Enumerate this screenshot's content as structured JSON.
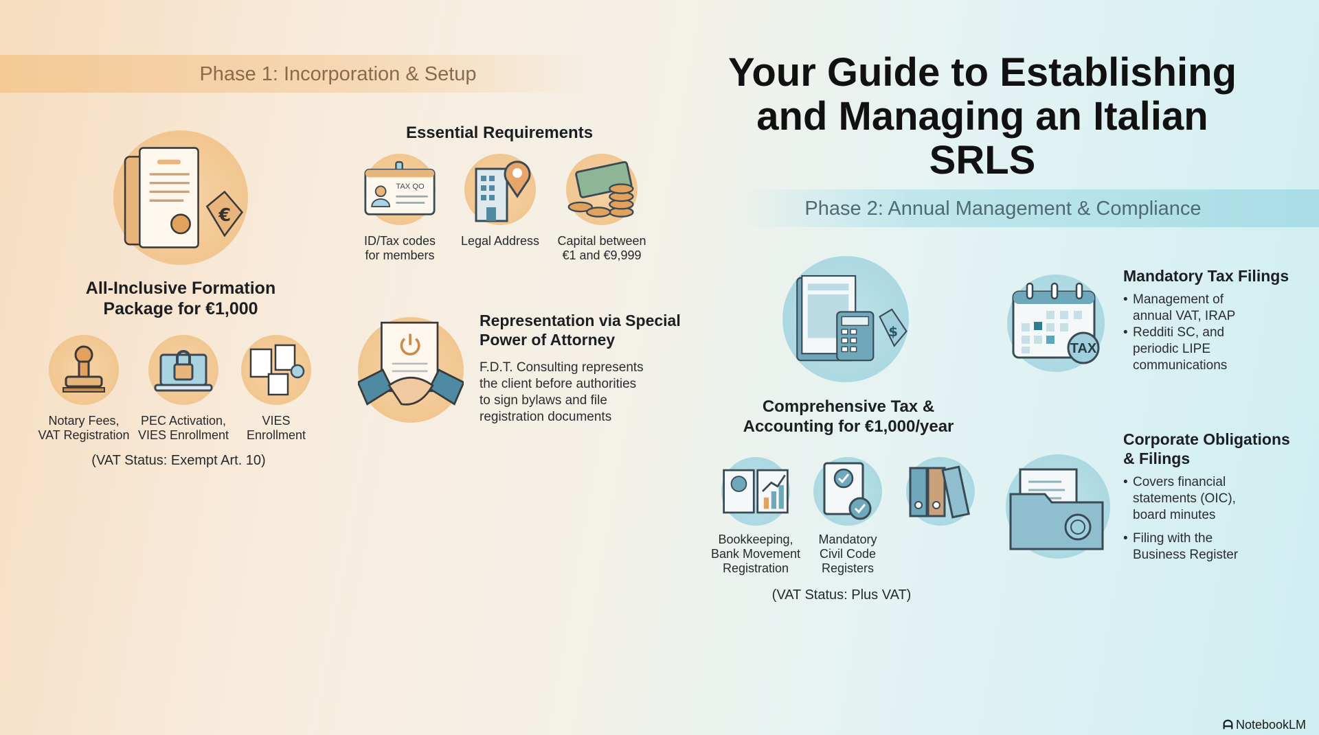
{
  "title": "Your Guide to Establishing and Managing an Italian SRLS",
  "title_lines": [
    "Your Guide to Establishing",
    "and Managing an Italian SRLS"
  ],
  "phase1": {
    "band_label": "Phase 1: Incorporation & Setup",
    "formation": {
      "heading_lines": [
        "All-Inclusive Formation",
        "Package for €1,000"
      ],
      "items": [
        {
          "label_lines": [
            "Notary Fees,",
            "VAT Registration"
          ]
        },
        {
          "label_lines": [
            "PEC Activation,",
            "VIES Enrollment"
          ]
        },
        {
          "label_lines": [
            "VIES",
            "Enrollment"
          ]
        }
      ],
      "vat_status": "(VAT Status: Exempt Art. 10)"
    },
    "requirements": {
      "heading": "Essential Requirements",
      "id_card_text": "TAX QO",
      "items": [
        {
          "label_lines": [
            "ID/Tax codes",
            "for members"
          ]
        },
        {
          "label_lines": [
            "Legal Address"
          ]
        },
        {
          "label_lines": [
            "Capital between",
            "€1 and €9,999"
          ]
        }
      ]
    },
    "representation": {
      "heading_lines": [
        "Representation via Special",
        "Power of Attorney"
      ],
      "body_lines": [
        "F.D.T. Consulting represents",
        "the client before authorities",
        "to sign bylaws and file",
        "registration documents"
      ]
    }
  },
  "phase2": {
    "band_label": "Phase 2: Annual Management & Compliance",
    "accounting": {
      "heading_lines": [
        "Comprehensive Tax &",
        "Accounting for €1,000/year"
      ],
      "items": [
        {
          "label_lines": [
            "Bookkeeping,",
            "Bank Movement",
            "Registration"
          ]
        },
        {
          "label_lines": [
            "Mandatory",
            "Civil Code",
            "Registers"
          ]
        }
      ],
      "vat_status": "(VAT Status: Plus VAT)"
    },
    "tax_filings": {
      "heading": "Mandatory Tax Filings",
      "badge": "TAX",
      "bullets": [
        [
          "Management of",
          "annual VAT, IRAP"
        ],
        [
          "Redditi SC, and",
          "periodic LIPE",
          "communications"
        ]
      ]
    },
    "corporate": {
      "heading_lines": [
        "Corporate Obligations",
        "& Filings"
      ],
      "bullets": [
        [
          "Covers financial",
          "statements (OIC),",
          "board minutes"
        ],
        [
          "Filing with the",
          "Business Register"
        ]
      ]
    }
  },
  "footer": {
    "brand": "NotebookLM"
  },
  "colors": {
    "peach": "#f1c690",
    "blue": "#abd8e2",
    "stroke": "#3a4a55"
  }
}
